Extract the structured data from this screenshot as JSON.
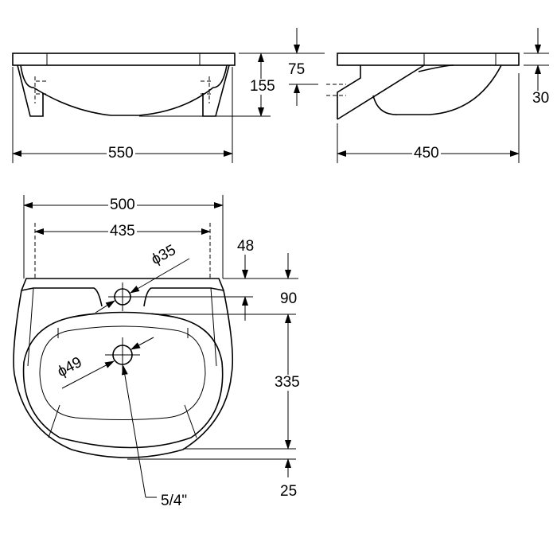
{
  "front_view": {
    "width": "550",
    "height": "155"
  },
  "side_view": {
    "depth": "450",
    "top_offset": "75",
    "rim_thickness": "30"
  },
  "top_view": {
    "overall_width": "500",
    "mount_spacing": "435",
    "tap_hole": "ϕ35",
    "drain_hole": "ϕ49",
    "rim_to_tap": "48",
    "tap_to_bowl": "90",
    "bowl_length": "335",
    "bottom_offset": "25",
    "drain_size": "5/4\""
  }
}
